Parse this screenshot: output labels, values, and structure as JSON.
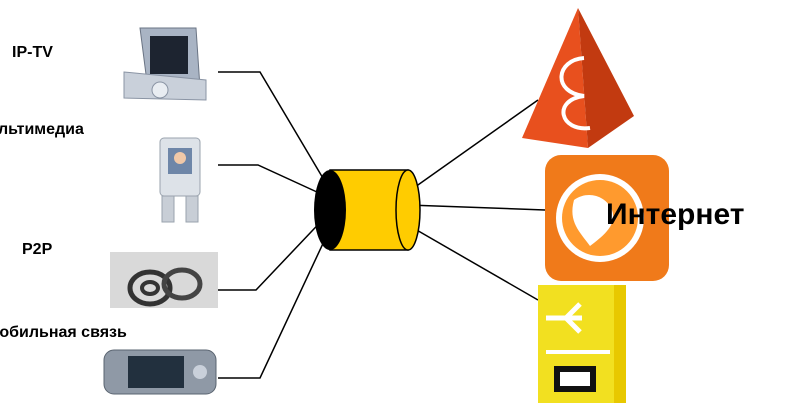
{
  "labels": {
    "iptv": "IP-TV",
    "multimedia": "Мультимедиа",
    "p2p": "P2P",
    "mobile": "Мобильная связь",
    "internet": "Интернет"
  },
  "icons": {
    "iptv": "tv-terminal-icon",
    "multimedia": "video-kiosk-icon",
    "p2p": "at-sign-icon",
    "mobile": "mobile-device-icon",
    "pyramid": "pyramid-icon",
    "internet": "globe-icon",
    "media": "media-router-icon"
  },
  "colors": {
    "connector_fill": "#ffcc00",
    "connector_end": "#000000",
    "pyramid": "#e8501e",
    "globe_tile": "#f07a1a",
    "media_tile": "#f2e020"
  }
}
